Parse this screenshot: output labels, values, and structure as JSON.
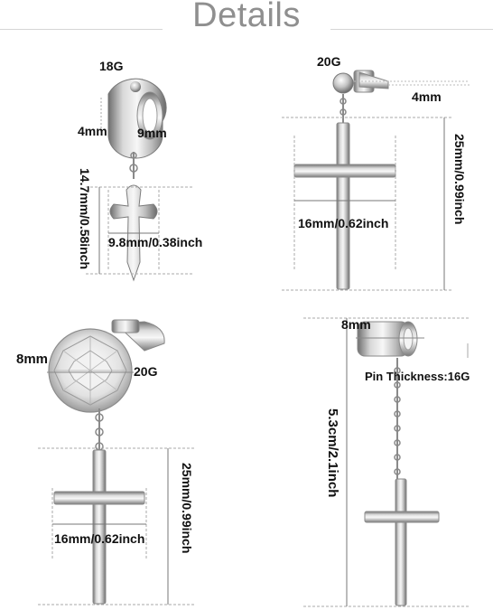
{
  "header": {
    "title": "Details"
  },
  "hoop_cross": {
    "gauge": "18G",
    "width": "4mm",
    "diameter": "9mm",
    "length": "14.7mm/0.58inch",
    "cross_width": "9.8mm/0.38inch"
  },
  "stud_cross": {
    "gauge": "20G",
    "ball": "4mm",
    "length": "25mm/0.99inch",
    "cross_width": "16mm/0.62inch"
  },
  "crystal_cross": {
    "stone": "8mm",
    "gauge": "20G",
    "length": "25mm/0.99inch",
    "cross_width": "16mm/0.62inch"
  },
  "chain_cross": {
    "plug": "8mm",
    "pin": "Pin Thickness:16G",
    "length": "5.3cm/2.1inch"
  }
}
